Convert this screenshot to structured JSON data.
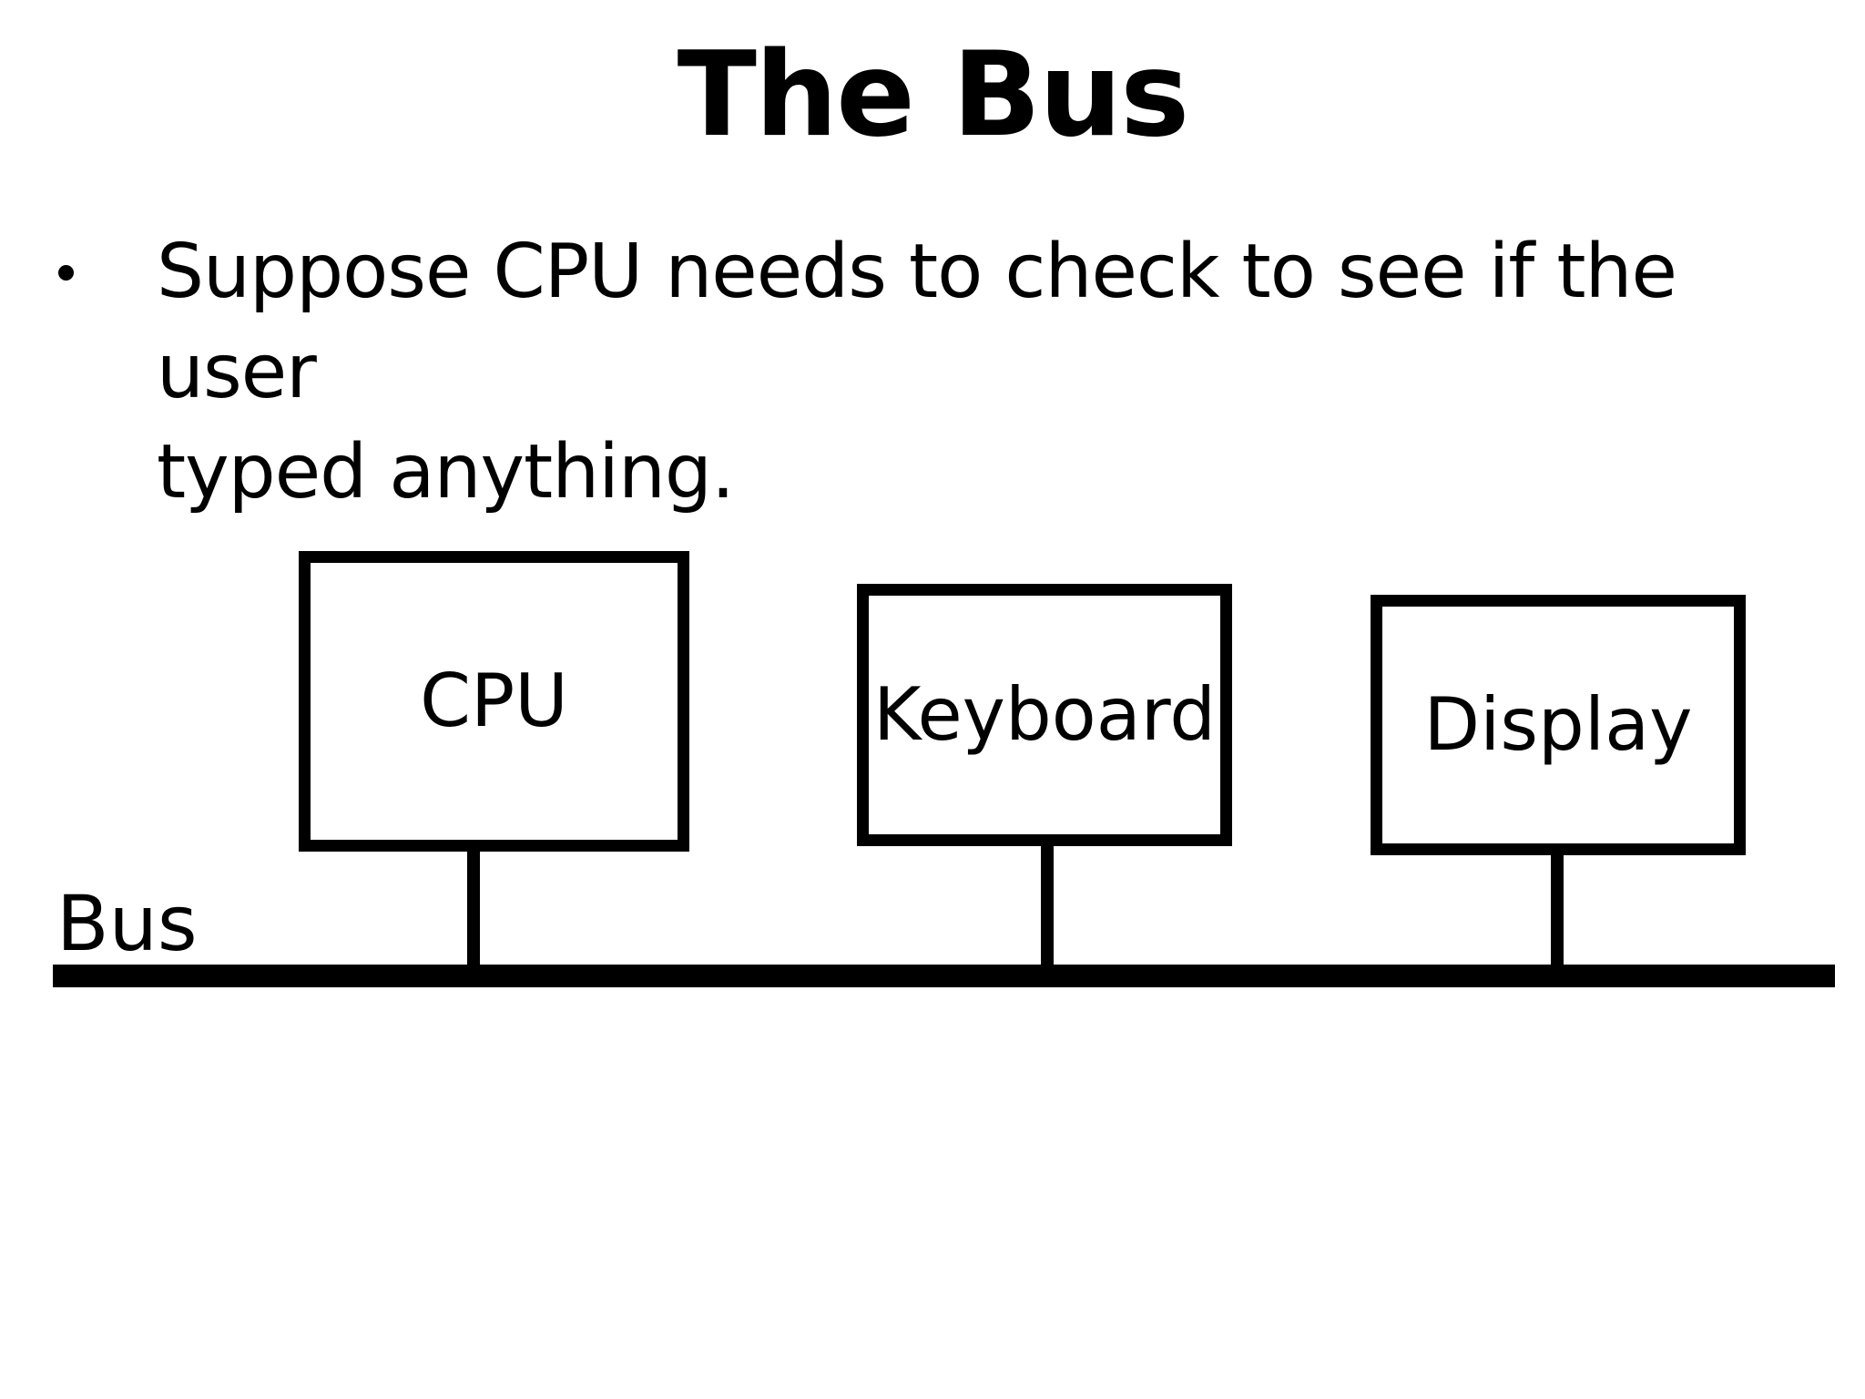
{
  "slide": {
    "title": "The Bus",
    "bullet": {
      "marker": "•",
      "lines": [
        "Suppose CPU needs to check to see if the user",
        "typed anything."
      ]
    },
    "diagram": {
      "nodes": [
        {
          "id": "cpu",
          "label": "CPU"
        },
        {
          "id": "keyboard",
          "label": "Keyboard"
        },
        {
          "id": "display",
          "label": "Display"
        }
      ],
      "bus_label": "Bus"
    },
    "colors": {
      "ink": "#000000",
      "background": "#ffffff"
    }
  }
}
